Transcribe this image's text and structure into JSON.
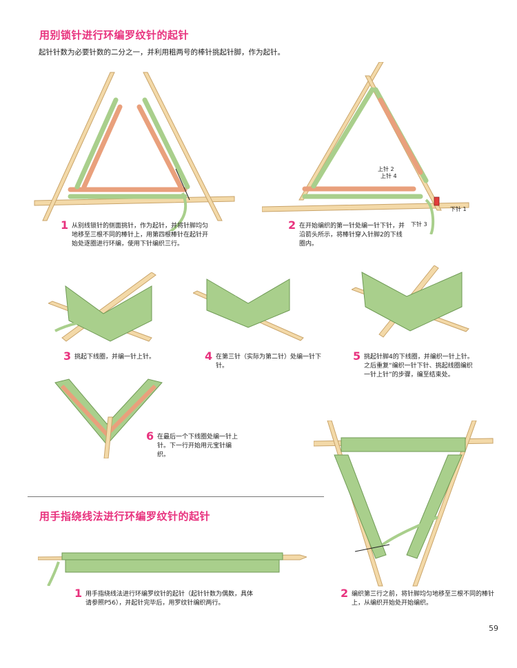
{
  "section1": {
    "title": "用别锁针进行环编罗纹针的起针",
    "intro": "起针针数为必要针数的二分之一，并利用粗两号的棒针挑起针脚，作为起针。"
  },
  "steps1": [
    {
      "num": "1",
      "text": "从别线锁针的侧面挑针，作为起针，并将针脚均匀地移至三根不同的棒针上，用第四根棒针在起针开始处逐圈进行环编，使用下针编织三行。"
    },
    {
      "num": "2",
      "text": "在开始编织的第一针处编一针下针，并沿箭头所示，将棒针穿入针脚2的下线圈内。"
    },
    {
      "num": "3",
      "text": "挑起下线圈，并编一针上针。"
    },
    {
      "num": "4",
      "text": "在第三针（实际为第二针）处编一针下针。"
    },
    {
      "num": "5",
      "text": "挑起针脚4的下线圈，并编织一针上针。之后重复“编织一针下针、挑起线圈编织一针上针”的步骤，编至结束处。"
    },
    {
      "num": "6",
      "text": "在最后一个下线圈处编一针上针。下一行开始用元宝针编织。"
    }
  ],
  "fig2_labels": {
    "upper2": "上针 2",
    "upper4": "上针 4",
    "lower1": "下针 1",
    "lower3": "下针 3"
  },
  "section2": {
    "title": "用手指绕线法进行环编罗纹针的起针"
  },
  "steps2": [
    {
      "num": "1",
      "text": "用手指绕线法进行环编罗纹针的起针（起针针数为偶数，具体请参照P56），并起针完毕后，用罗纹针编织两行。"
    },
    {
      "num": "2",
      "text": "编织第三行之前，将针脚均匀地移至三根不同的棒针上，从编织开始处开始编织。"
    }
  ],
  "page_number": "59",
  "colors": {
    "accent": "#e8327e",
    "yarn_green": "#a9cf8c",
    "yarn_green_dark": "#6f9a55",
    "yarn_orange": "#e9a07c",
    "needle": "#f3d9a8",
    "needle_edge": "#c9a46a"
  }
}
